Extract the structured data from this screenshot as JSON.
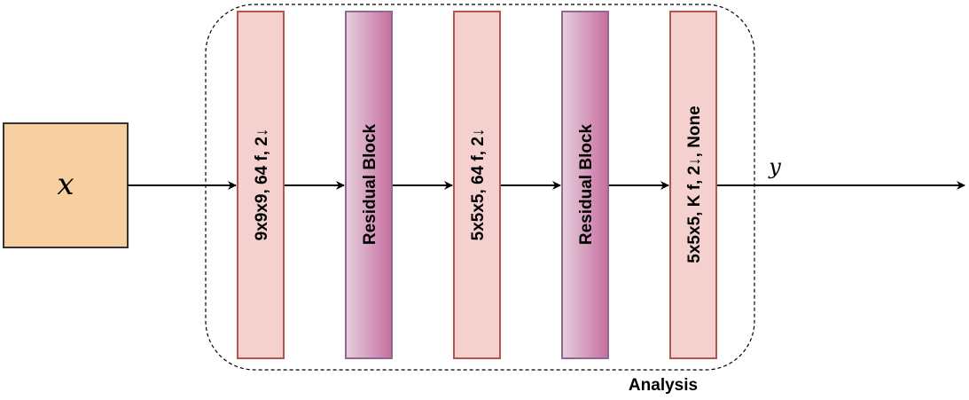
{
  "input": {
    "label": "x",
    "fill": "#f8cfa0",
    "stroke": "#333333"
  },
  "output": {
    "label": "y"
  },
  "group": {
    "label": "Analysis"
  },
  "conv_style": {
    "fill": "#f4d0cf",
    "stroke": "#b85450"
  },
  "res_style": {
    "stroke": "#8e6a90",
    "gradient_start": "#e6d0de",
    "gradient_end": "#c76d9f"
  },
  "layers": [
    {
      "kind": "conv",
      "label": "9x9x9, 64 f, 2↓"
    },
    {
      "kind": "residual",
      "label": "Residual Block"
    },
    {
      "kind": "conv",
      "label": "5x5x5, 64 f, 2↓"
    },
    {
      "kind": "residual",
      "label": "Residual Block"
    },
    {
      "kind": "conv",
      "label": "5x5x5, K f, 2↓, None"
    }
  ]
}
